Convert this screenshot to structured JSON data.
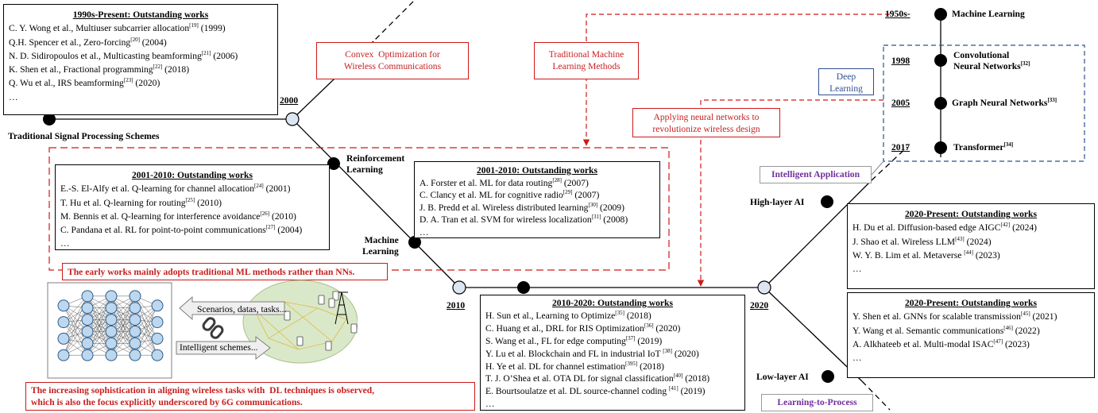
{
  "box_1990s": {
    "title": "1990s-Present: Outstanding works",
    "items": [
      {
        "text": "C. Y. Wong et al., Multiuser subcarrier allocation",
        "ref": "[19]",
        "tail": " (1999)"
      },
      {
        "text": "Q.H. Spencer et al., Zero-forcing",
        "ref": "[20]",
        "tail": " (2004)"
      },
      {
        "text": "N. D. Sidiropoulos et al., Multicasting beamforming",
        "ref": "[21]",
        "tail": " (2006)"
      },
      {
        "text": "K. Shen et al., Fractional programming",
        "ref": "[22]",
        "tail": " (2018)"
      },
      {
        "text": "Q. Wu et al., IRS beamforming",
        "ref": "[23]",
        "tail": " (2020)"
      },
      {
        "text": "…",
        "ref": "",
        "tail": ""
      }
    ]
  },
  "labels": {
    "traditional_signal": "Traditional Signal Processing Schemes",
    "year_2000": "2000",
    "year_2010": "2010",
    "year_2020": "2020",
    "reinforcement_learning": "Reinforcement\nLearning",
    "machine_learning_node": "Machine\nLearning",
    "high_layer_ai": "High-layer AI",
    "low_layer_ai": "Low-layer AI"
  },
  "red_labels": {
    "convex": "Convex  Optimization for\nWireless Communications",
    "traditional_ml": "Traditional Machine\nLearning Methods",
    "applying_nn": "Applying neural networks to\nrevolutionize wireless design",
    "early_works": "The early works mainly adopts traditional ML methods rather than NNs.",
    "sophistication": "The increasing sophistication in aligning wireless tasks with  DL techniques is observed,\nwhich is also the focus explicitly underscored by 6G communications."
  },
  "box_rl": {
    "title": "2001-2010: Outstanding works",
    "items": [
      {
        "text": "E.-S. El-Alfy et al. Q-learning for channel allocation",
        "ref": "[24]",
        "tail": " (2001)"
      },
      {
        "text": "T. Hu et al. Q-learning for  routing",
        "ref": "[25]",
        "tail": " (2010)"
      },
      {
        "text": "M. Bennis et al. Q-learning for interference avoidance",
        "ref": "[26]",
        "tail": " (2010)"
      },
      {
        "text": "C. Pandana et al. RL for point-to-point communications",
        "ref": "[27]",
        "tail": " (2004)"
      },
      {
        "text": "…",
        "ref": "",
        "tail": ""
      }
    ]
  },
  "box_ml": {
    "title": "2001-2010: Outstanding works",
    "items": [
      {
        "text": "A. Forster et al. ML for data routing",
        "ref": "[28]",
        "tail": " (2007)"
      },
      {
        "text": "C. Clancy et al. ML for cognitive radio",
        "ref": "[29]",
        "tail": " (2007)"
      },
      {
        "text": "J. B. Predd et al. Wireless distributed learning",
        "ref": "[30]",
        "tail": " (2009)"
      },
      {
        "text": "D. A. Tran et al. SVM for wireless localization",
        "ref": "[31]",
        "tail": " (2008)"
      },
      {
        "text": "…",
        "ref": "",
        "tail": ""
      }
    ]
  },
  "box_2010": {
    "title": "2010-2020: Outstanding works",
    "items": [
      {
        "text": "H. Sun et al., Learning to Optimize",
        "ref": "[35]",
        "tail": " (2018)"
      },
      {
        "text": "C. Huang et al., DRL for RIS Optimization",
        "ref": "[36]",
        "tail": " (2020)"
      },
      {
        "text": "S. Wang et al., FL for edge computing",
        "ref": "[37]",
        "tail": " (2019)"
      },
      {
        "text": "Y. Lu et al. Blockchain and FL in industrial IoT ",
        "ref": "[38]",
        "tail": " (2020)"
      },
      {
        "text": "H. Ye et al. DL for channel estimation",
        "ref": "[395]",
        "tail": " (2018)"
      },
      {
        "text": "T. J. O’Shea et al. OTA DL for signal classification",
        "ref": "[40]",
        "tail": " (2018)"
      },
      {
        "text": "E. Bourtsoulatze et al. DL source-channel coding ",
        "ref": "[41]",
        "tail": " (2019)"
      },
      {
        "text": "…",
        "ref": "",
        "tail": ""
      }
    ]
  },
  "box_2020_high": {
    "title": "2020-Present: Outstanding works",
    "items": [
      {
        "text": "H. Du et al. Diffusion-based edge AIGC",
        "ref": "[42]",
        "tail": " (2024)"
      },
      {
        "text": "J. Shao et al. Wireless LLM",
        "ref": "[43]",
        "tail": " (2024)"
      },
      {
        "text": "W. Y. B. Lim et al. Metaverse ",
        "ref": "[44]",
        "tail": " (2023)"
      },
      {
        "text": "…",
        "ref": "",
        "tail": ""
      }
    ]
  },
  "box_2020_low": {
    "title": "2020-Present: Outstanding works",
    "items": [
      {
        "text": "Y. Shen et al. GNNs for scalable transmission",
        "ref": "[45]",
        "tail": " (2021)"
      },
      {
        "text": "Y. Wang et al. Semantic communications",
        "ref": "[46]",
        "tail": " (2022)"
      },
      {
        "text": "A. Alkhateeb et al. Multi-modal ISAC",
        "ref": "[47]",
        "tail": " (2023)"
      },
      {
        "text": "…",
        "ref": "",
        "tail": ""
      }
    ]
  },
  "dl_timeline": {
    "deep_learning": "Deep\nLearning",
    "items": [
      {
        "year": "1950s-",
        "text": "Machine Learning",
        "ref": ""
      },
      {
        "year": "1998",
        "text": "Convolutional\nNeural Networks",
        "ref": "[32]"
      },
      {
        "year": "2005",
        "text": "Graph Neural Networks",
        "ref": "[33]"
      },
      {
        "year": "2017",
        "text": "Transformer",
        "ref": "[34]"
      }
    ]
  },
  "purple_labels": {
    "intelligent_application": "Intelligent Application",
    "learning_to_process": "Learning-to-Process"
  },
  "illustration": {
    "scenarios_arrow": "Scenarios, datas, tasks...",
    "intelligent_arrow": "Intelligent schemes..."
  },
  "colors": {
    "red": "#c81e1e",
    "purple": "#7030a0",
    "blue_dash": "#2f4f8f",
    "node_fill_light": "#dce6f2",
    "nn_node": "#bdd7ee",
    "ellipse": "#d9e8c8"
  }
}
